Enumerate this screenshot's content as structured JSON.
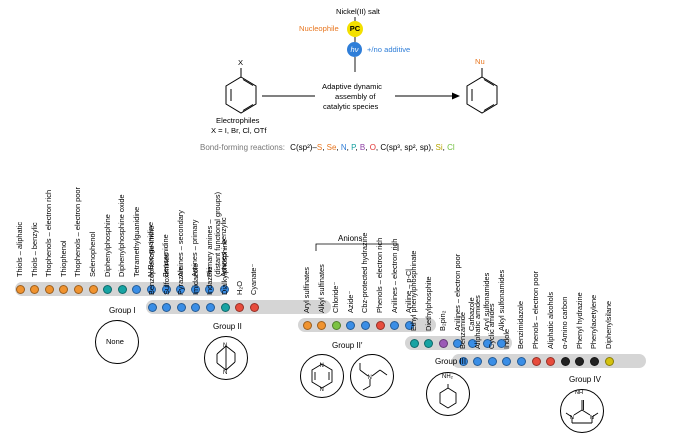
{
  "header": {
    "nickel_salt": "Nickel(II) salt",
    "nucleophile": "Nucleophile",
    "pc": "PC",
    "hv": "hν",
    "no_additive": "+/no additive",
    "x_label": "X",
    "nu_label": "Nu",
    "electrophiles_title": "Electrophiles",
    "electrophiles_list": "X = I, Br, Cl, OTf",
    "center_text": [
      "Adaptive dynamic",
      "assembly of",
      "catalytic species"
    ]
  },
  "bond_forming": {
    "label": "Bond-forming reactions:",
    "prefix": "C(sp²)–",
    "elements": [
      {
        "text": "S",
        "color": "#e8761f"
      },
      {
        "text": "Se",
        "color": "#e8761f"
      },
      {
        "text": "N",
        "color": "#2f7ed8"
      },
      {
        "text": "P",
        "color": "#16a0a0"
      },
      {
        "text": "B",
        "color": "#8e3fa5"
      },
      {
        "text": "O",
        "color": "#e03030"
      },
      {
        "text": "C(sp³, sp², sp)",
        "color": "#000000"
      },
      {
        "text": "Si",
        "color": "#b6a400"
      },
      {
        "text": "Cl",
        "color": "#6fbf3e"
      }
    ]
  },
  "colors": {
    "S": "#f0932f",
    "N": "#3a8ee6",
    "P": "#17a3a3",
    "B": "#9b59b6",
    "O": "#e74c3c",
    "C": "#222222",
    "Si": "#d4c20f",
    "Cl": "#7cc242",
    "Se": "#f0932f"
  },
  "anions_title": "Anions",
  "groups": [
    {
      "name": "Group I",
      "ligand_text": "None",
      "substrates": [
        {
          "label": "Thiols – aliphatic",
          "el": "S"
        },
        {
          "label": "Thiols – benzylic",
          "el": "S"
        },
        {
          "label": "Thophenols – electron rich",
          "el": "S"
        },
        {
          "label": "Thiophenol",
          "el": "S"
        },
        {
          "label": "Thophenols – electron poor",
          "el": "S"
        },
        {
          "label": "Selenophenol",
          "el": "Se"
        },
        {
          "label": "Diphenylphosphine",
          "el": "P"
        },
        {
          "label": "Diphenylphosphine oxide",
          "el": "P"
        },
        {
          "label": "Tetramethylguanidine",
          "el": "N"
        },
        {
          "label": "N-Boc-guanidine",
          "el": "N"
        },
        {
          "label": "Benzamidine",
          "el": "N"
        },
        {
          "label": "Amines – secondary",
          "el": "N"
        },
        {
          "label": "Amines – primary",
          "el": "N"
        },
        {
          "label": "Primary amines –",
          "el": "N"
        },
        {
          "label": "Amines – benzylic",
          "el": "N"
        }
      ],
      "extra_label": "(distant functional groups)"
    },
    {
      "name": "Group II",
      "substrates": [
        {
          "label": "Benzophenone imine",
          "el": "N"
        },
        {
          "label": "Sulfoximines",
          "el": "N"
        },
        {
          "label": "Pyrazole",
          "el": "N"
        },
        {
          "label": "Imidazole",
          "el": "N"
        },
        {
          "label": "Indazole",
          "el": "N"
        },
        {
          "label": "Dialkylphosphine",
          "el": "P"
        },
        {
          "label": "H₂O",
          "el": "O"
        },
        {
          "label": "Cyanate⁻",
          "el": "O"
        }
      ]
    },
    {
      "name": "Group II′",
      "substrates": [
        {
          "label": "Aryl sulfinates",
          "el": "S"
        },
        {
          "label": "Alkyl sulfinates",
          "el": "S"
        },
        {
          "label": "Chloride⁻",
          "el": "Cl"
        },
        {
          "label": "Azide⁻",
          "el": "N"
        },
        {
          "label": "Cbz-protected hydrazine",
          "el": "N"
        },
        {
          "label": "Phenols – electron rich",
          "el": "O"
        },
        {
          "label": "Anilines – electron rich",
          "el": "N"
        },
        {
          "label": "Aniline – p-Cl",
          "el": "N"
        }
      ]
    },
    {
      "name": "Group III",
      "ligand_text": "NH₂",
      "substrates": [
        {
          "label": "Ethyl phenylphosphinate",
          "el": "P"
        },
        {
          "label": "Diethylphosphite",
          "el": "P"
        },
        {
          "label": "B₂pin₂",
          "el": "B"
        },
        {
          "label": "Anilines – electron poor",
          "el": "N"
        },
        {
          "label": "Carbazole",
          "el": "N"
        },
        {
          "label": "Aryl sulfonamides",
          "el": "N"
        },
        {
          "label": "Alkyl sulfonamides",
          "el": "N"
        }
      ]
    },
    {
      "name": "Group IV",
      "ligand_text": "NH",
      "substrates": [
        {
          "label": "Benzamide",
          "el": "N"
        },
        {
          "label": "Aliphatic amides",
          "el": "N"
        },
        {
          "label": "Cyclic amides",
          "el": "N"
        },
        {
          "label": "Indole",
          "el": "N"
        },
        {
          "label": "Benzimidazole",
          "el": "N"
        },
        {
          "label": "Phenols – electron poor",
          "el": "O"
        },
        {
          "label": "Aliphatic alcohols",
          "el": "O"
        },
        {
          "label": "α-Amino carbon",
          "el": "C"
        },
        {
          "label": "Phenyl hydrazine",
          "el": "C"
        },
        {
          "label": "Phenylacetylene",
          "el": "C"
        },
        {
          "label": "Diphenylsilane",
          "el": "Si"
        }
      ]
    }
  ]
}
